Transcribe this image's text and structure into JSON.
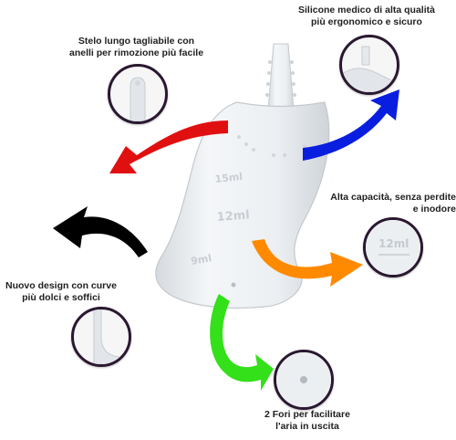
{
  "colors": {
    "arrow_red": "#e01010",
    "arrow_blue": "#0a1ee0",
    "arrow_black": "#000000",
    "arrow_orange": "#ff8a00",
    "arrow_green": "#33e01a",
    "circle_border": "#2a1830",
    "cup_fill": "#e9ecef"
  },
  "callouts": {
    "stem": {
      "label": "Stelo lungo tagliabile con\nanelli per rimozione più facile",
      "icon": "stem-detail"
    },
    "silicone": {
      "label": "Silicone medico di alta qualità\npiù ergonomico e sicuro",
      "icon": "cup-top-detail"
    },
    "capacity": {
      "label": "Alta capacità, senza perdite\ne inodore",
      "icon": "measure-markings-detail"
    },
    "design": {
      "label": "Nuovo design con curve\npiù dolci e soffici",
      "icon": "cup-base-curve-detail"
    },
    "holes": {
      "label": "2 Fori per facilitare\nl'aria in uscita",
      "icon": "air-hole-detail"
    }
  },
  "cup": {
    "marks": [
      "15ml",
      "12ml",
      "9ml"
    ]
  }
}
